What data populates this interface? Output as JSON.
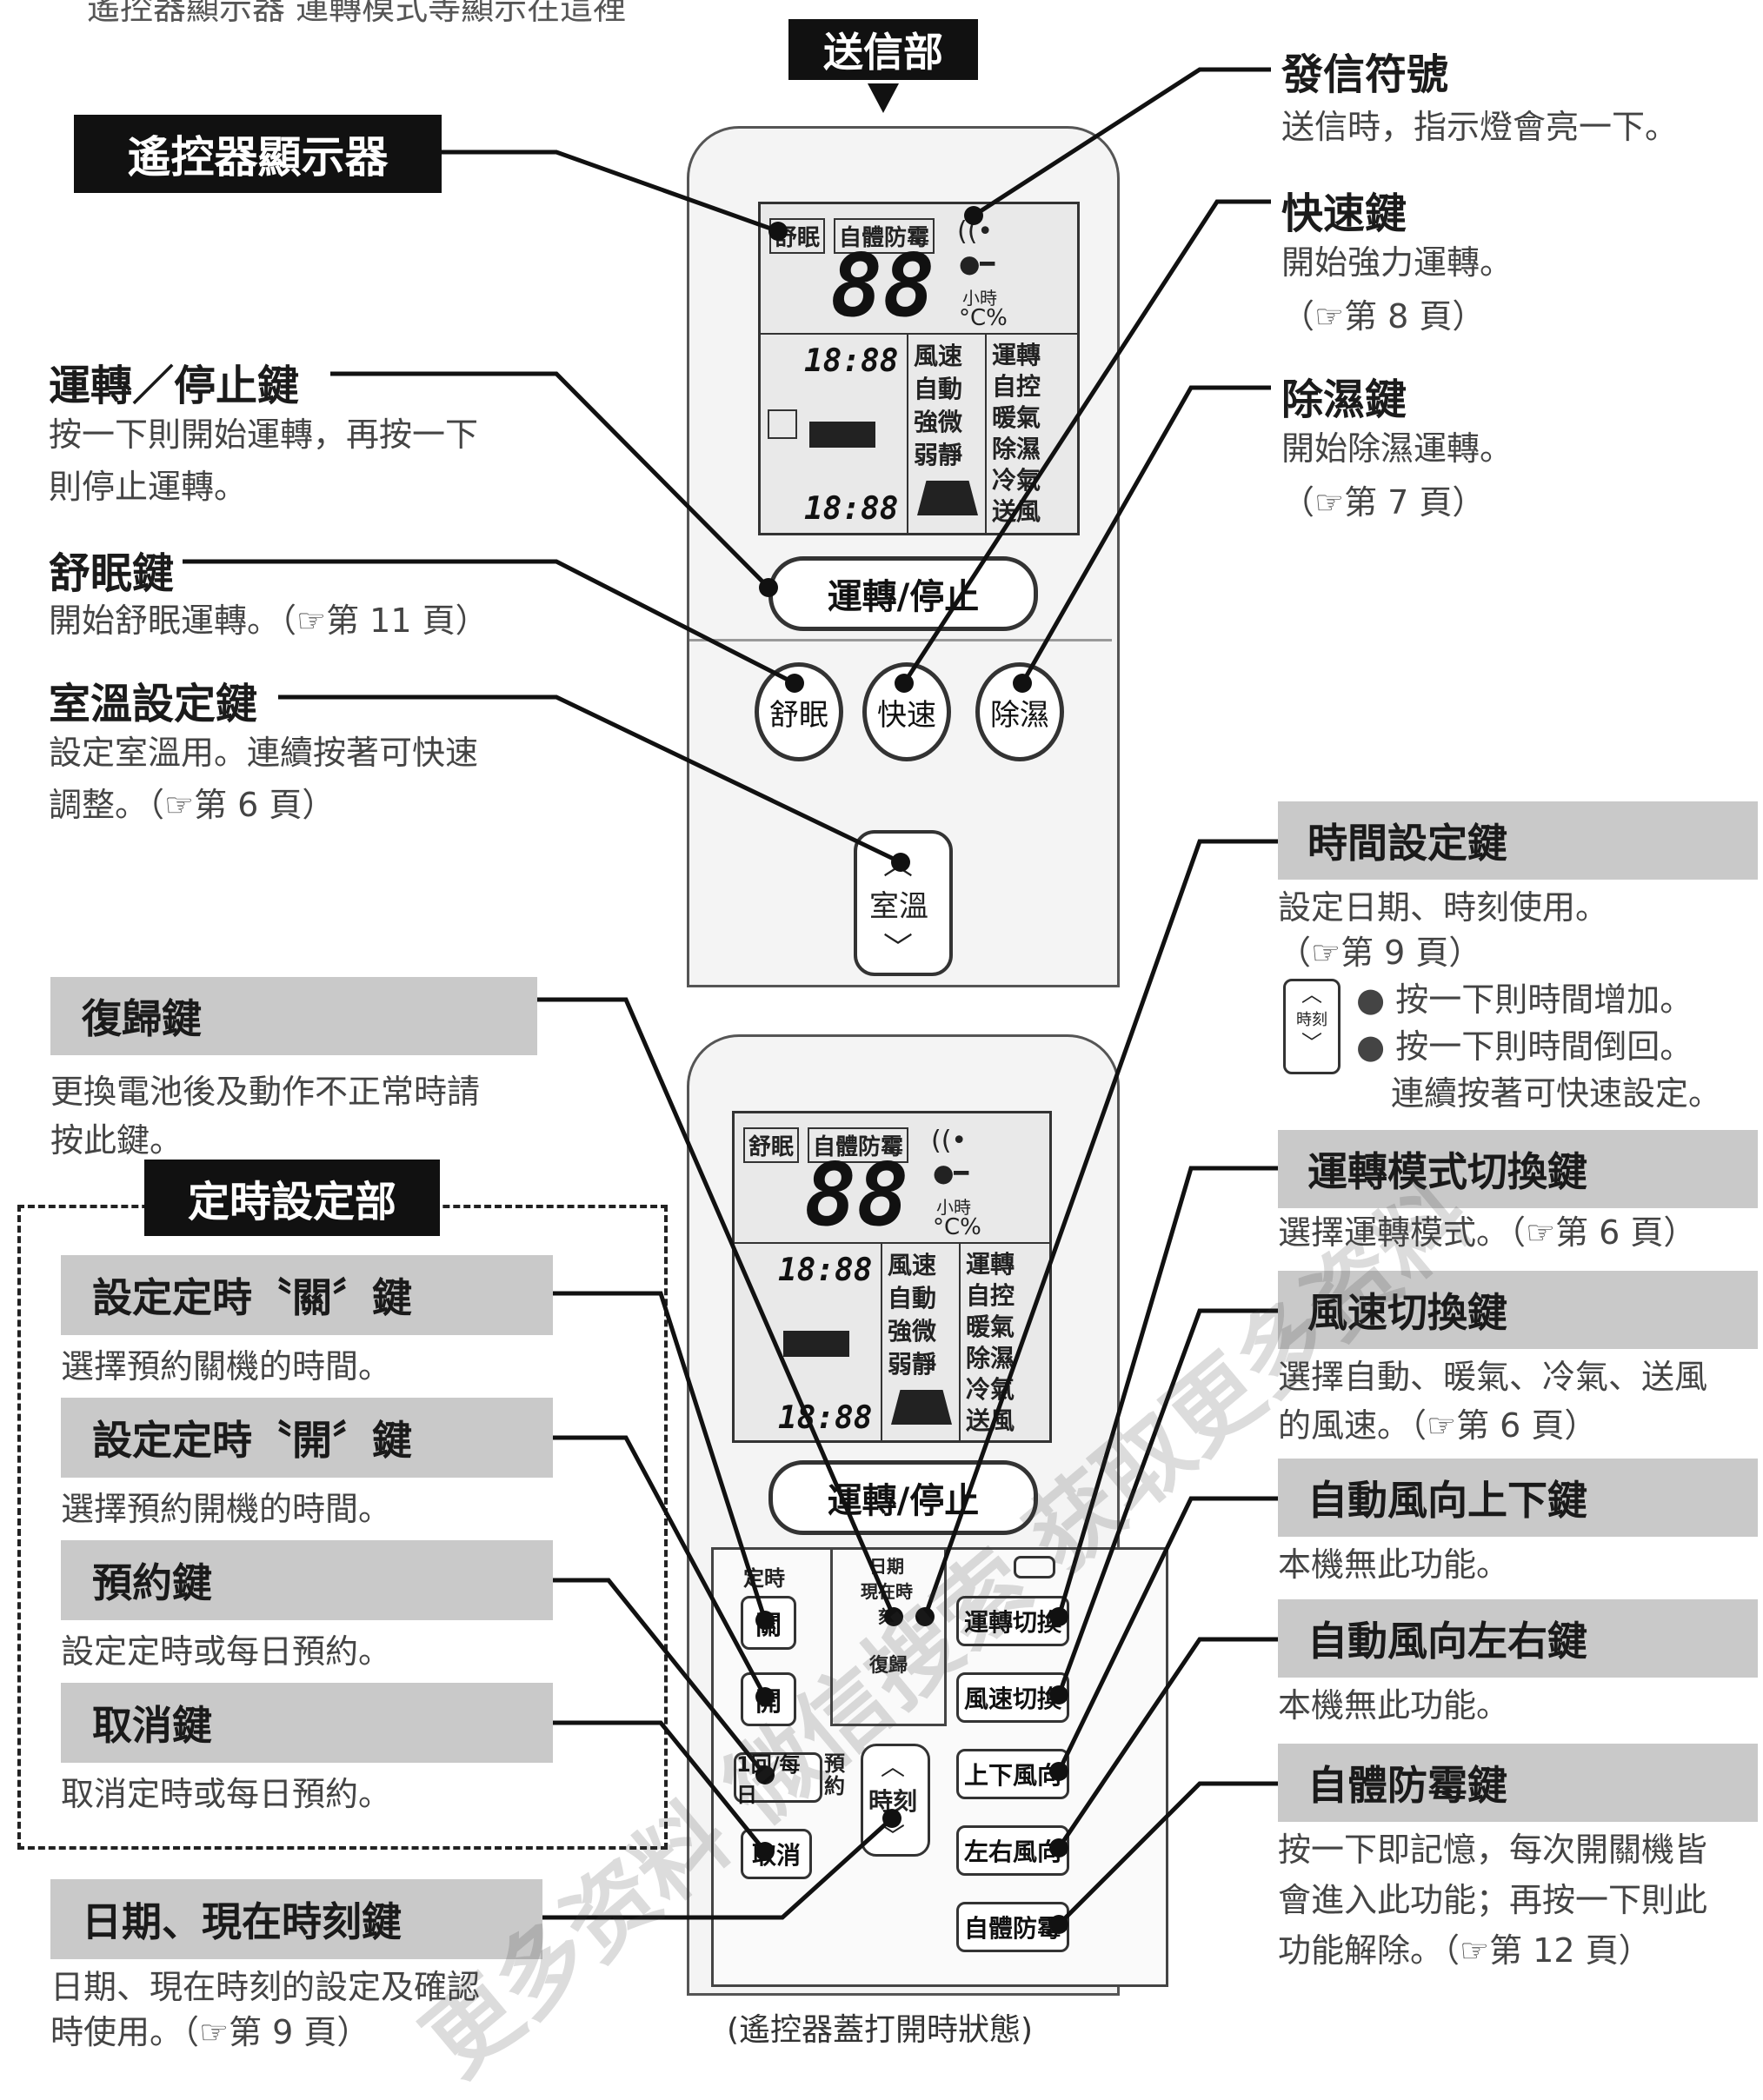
{
  "top_cut_text": "遙控器顯示器 運轉模式等顯示在這裡",
  "transmitter": {
    "label": "送信部"
  },
  "display_label": "遙控器顯示器",
  "signal": {
    "title": "發信符號",
    "desc": "送信時，指示燈會亮一下。"
  },
  "quick": {
    "title": "快速鍵",
    "desc": "開始強力運轉。",
    "ref": "（☞第 8 頁）"
  },
  "dehumid": {
    "title": "除濕鍵",
    "desc": "開始除濕運轉。",
    "ref": "（☞第 7 頁）"
  },
  "power": {
    "title": "運轉／停止鍵",
    "desc1": "按一下則開始運轉，再按一下",
    "desc2": "則停止運轉。"
  },
  "sleep": {
    "title": "舒眠鍵",
    "desc": "開始舒眠運轉。（☞第 11 頁）"
  },
  "temp": {
    "title": "室溫設定鍵",
    "desc1": "設定室溫用。連續按著可快速",
    "desc2": "調整。（☞第 6 頁）"
  },
  "time_set": {
    "title": "時間設定鍵",
    "desc": "設定日期、時刻使用。",
    "ref": "（☞第 9 頁）",
    "b1": "按一下則時間增加。",
    "b2": "按一下則時間倒回。",
    "b3": "連續按著可快速設定。",
    "icon_label": "時刻"
  },
  "reset": {
    "title": "復歸鍵",
    "desc1": "更換電池後及動作不正常時請",
    "desc2": "按此鍵。"
  },
  "timer_section": {
    "title": "定時設定部"
  },
  "timer_off": {
    "title": "設定定時〝關〞鍵",
    "desc": "選擇預約關機的時間。"
  },
  "timer_on": {
    "title": "設定定時〝開〞鍵",
    "desc": "選擇預約開機的時間。"
  },
  "reserve": {
    "title": "預約鍵",
    "desc": "設定定時或每日預約。"
  },
  "cancel": {
    "title": "取消鍵",
    "desc": "取消定時或每日預約。"
  },
  "date_time": {
    "title": "日期、現在時刻鍵",
    "desc1": "日期、現在時刻的設定及確認",
    "desc2": "時使用。（☞第 9 頁）"
  },
  "mode": {
    "title": "運轉模式切換鍵",
    "desc": "選擇運轉模式。（☞第 6 頁）"
  },
  "fan": {
    "title": "風速切換鍵",
    "desc1": "選擇自動、暖氣、冷氣、送風",
    "desc2": "的風速。（☞第 6 頁）"
  },
  "swing_ud": {
    "title": "自動風向上下鍵",
    "desc": "本機無此功能。"
  },
  "swing_lr": {
    "title": "自動風向左右鍵",
    "desc": "本機無此功能。"
  },
  "mold": {
    "title": "自體防霉鍵",
    "desc1": "按一下即記憶，每次開關機皆",
    "desc2": "會進入此功能；再按一下則此",
    "desc3": "功能解除。（☞第 12 頁）"
  },
  "caption": "(遙控器蓋打開時狀態)",
  "remote": {
    "lcd": {
      "tag1": "舒眠",
      "tag2": "自體防霉",
      "big": "88",
      "small_time": "18:88",
      "hour_unit": "小時",
      "unit": "°C%",
      "col1": [
        "風速",
        "自動",
        "強微",
        "弱靜"
      ],
      "col2": [
        "運轉",
        "自控",
        "暖氣",
        "除濕",
        "冷氣",
        "送風"
      ]
    },
    "power_btn": "運轉/停止",
    "sleep_btn": "舒眠",
    "quick_btn": "快速",
    "dehumid_btn": "除濕",
    "temp_btn": "室溫",
    "timer_header": "定時",
    "date_header": "日期 現在時刻",
    "off_btn": "關",
    "on_btn": "開",
    "daily_btn": "1回/每日",
    "reserve_side": "預約",
    "cancel_btn": "取消",
    "time_btn": "時刻",
    "reset_label": "復歸",
    "mode_btn": "運轉切換",
    "fan_btn": "風速切換",
    "ud_btn": "上下風向",
    "lr_btn": "左右風向",
    "mold_btn": "自體防霉"
  },
  "watermark": "更多资料 微信搜索 获取更多资料"
}
